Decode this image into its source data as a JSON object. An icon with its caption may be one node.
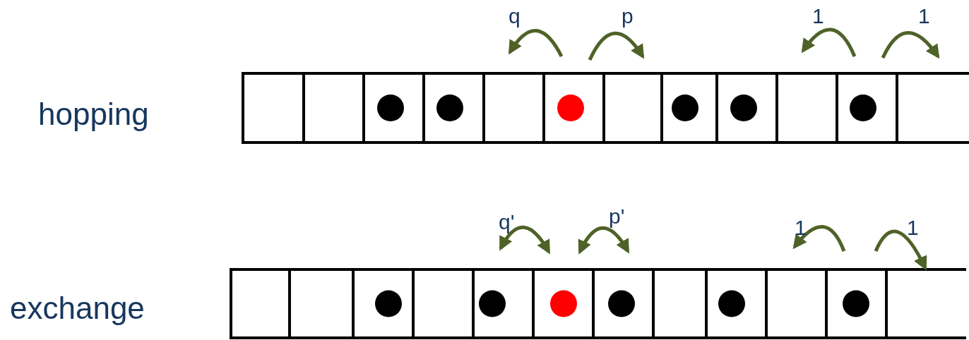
{
  "diagram": {
    "labels": [
      "q",
      "p",
      "1",
      "1",
      "hopping",
      "q'",
      "p'",
      "1",
      "1",
      "exchange"
    ]
  }
}
